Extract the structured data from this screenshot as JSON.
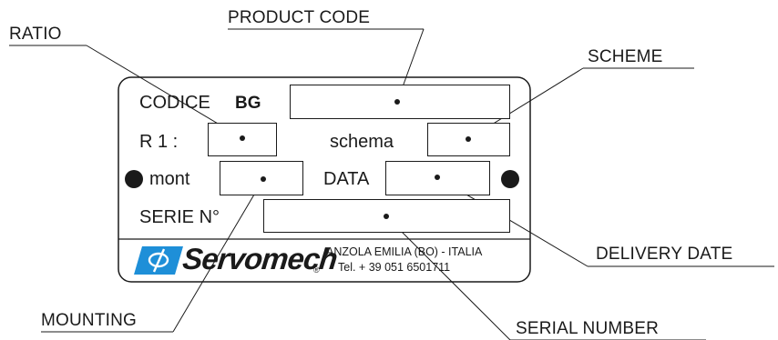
{
  "callouts": {
    "product_code": "PRODUCT CODE",
    "ratio": "RATIO",
    "scheme": "SCHEME",
    "delivery_date": "DELIVERY DATE",
    "mounting": "MOUNTING",
    "serial_number": "SERIAL NUMBER"
  },
  "plate": {
    "codice_label": "CODICE",
    "codice_prefix": "BG",
    "ratio_label": "R 1 :",
    "schema_label": "schema",
    "mont_label": "mont",
    "data_label": "DATA",
    "serie_label": "SERIE N°"
  },
  "footer": {
    "brand": "Servomech",
    "registered": "®",
    "address_line1": "ANZOLA EMILIA (BO) - ITALIA",
    "address_line2": "Tel. + 39 051 6501711",
    "brand_color": "#1e8fd8"
  }
}
